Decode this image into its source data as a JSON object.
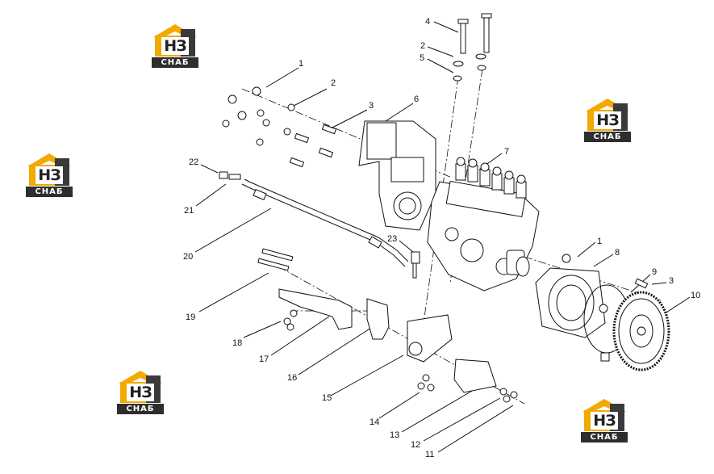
{
  "brand": {
    "mark": "НЗ",
    "tagline": "СНАБ"
  },
  "callouts": {
    "c1_top": "1",
    "c1_right": "1",
    "c2_left": "2",
    "c2_top": "2",
    "c3_left": "3",
    "c3_right": "3",
    "c4": "4",
    "c5": "5",
    "c6": "6",
    "c7": "7",
    "c8": "8",
    "c9": "9",
    "c10": "10",
    "c11": "11",
    "c12": "12",
    "c13": "13",
    "c14": "14",
    "c15": "15",
    "c16": "16",
    "c17": "17",
    "c18": "18",
    "c19": "19",
    "c20": "20",
    "c21": "21",
    "c22": "22",
    "c23": "23"
  },
  "colors": {
    "logo_orange": "#f2a900",
    "logo_dark": "#2e2e2e",
    "line": "#111111"
  }
}
